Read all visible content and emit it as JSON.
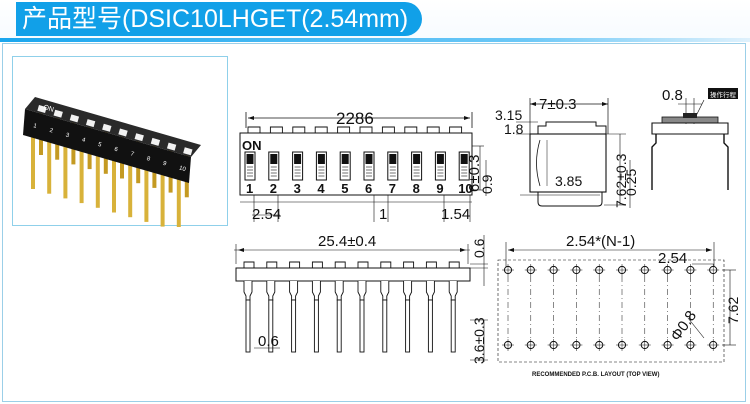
{
  "header": {
    "title": "产品型号(DSIC10LHGET(2.54mm)"
  },
  "photo": {
    "on_mark": "ON",
    "position_numbers": [
      "1",
      "2",
      "3",
      "4",
      "5",
      "6",
      "7",
      "8",
      "9",
      "10"
    ]
  },
  "top_view": {
    "length_label": "2286",
    "on_mark": "ON",
    "switch_numbers": [
      "1",
      "2",
      "3",
      "4",
      "5",
      "6",
      "7",
      "8",
      "9",
      "10"
    ],
    "pitch_label": "2.54",
    "gap_label": "1",
    "end_label": "1.54",
    "height_label": "6±0.3",
    "offset_label": "0.9"
  },
  "side_view": {
    "width_label": "7±0.3",
    "step_label": "3.15",
    "lip_label": "1.8",
    "body_label": "3.85",
    "pin_span_label": "7.62±0.3",
    "pin_label": "0.25"
  },
  "actuator_view": {
    "width_label": "0.8",
    "note_label": "操作行程"
  },
  "front_view": {
    "length_label": "25.4±0.4",
    "top_label": "0.6",
    "pin_label": "0.6",
    "leg_label": "3.6±0.3"
  },
  "pcb_layout": {
    "span_label": "2.54*(N-1)",
    "pitch_label": "2.54",
    "hole_label": "Φ0.8",
    "row_label": "7.62",
    "caption": "RECOMMENDED P.C.B. LAYOUT (TOP VIEW)"
  },
  "colors": {
    "accent": "#11a0e8",
    "frame": "#9bcfe8",
    "body": "#1b1b1b",
    "pin": "#d8b23a"
  }
}
